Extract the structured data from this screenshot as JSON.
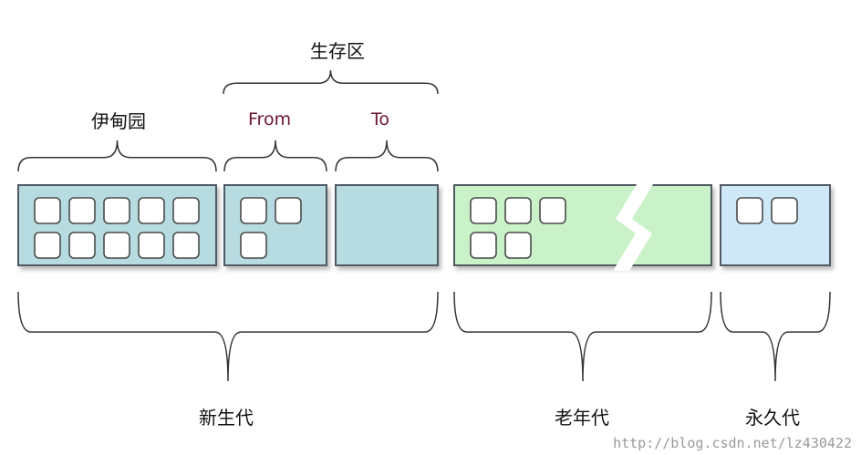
{
  "labels": {
    "survivor": "生存区",
    "eden": "伊甸园",
    "from": "From",
    "to": "To",
    "young": "新生代",
    "old": "老年代",
    "perm": "永久代"
  },
  "colors": {
    "young_fill": "#b6dbe0",
    "old_fill": "#c9f2c9",
    "perm_fill": "#cfe8f7",
    "border": "#4f5a63",
    "slot_border": "#4a4a4a",
    "slot_fill": "#ffffff"
  },
  "regions": [
    {
      "name": "eden",
      "rows": [
        5,
        5
      ]
    },
    {
      "name": "from",
      "rows": [
        2,
        1
      ]
    },
    {
      "name": "to",
      "rows": []
    },
    {
      "name": "old",
      "rows": [
        3,
        2
      ]
    },
    {
      "name": "perm",
      "rows": [
        2
      ]
    }
  ],
  "watermark": "http://blog.csdn.net/lz430422"
}
